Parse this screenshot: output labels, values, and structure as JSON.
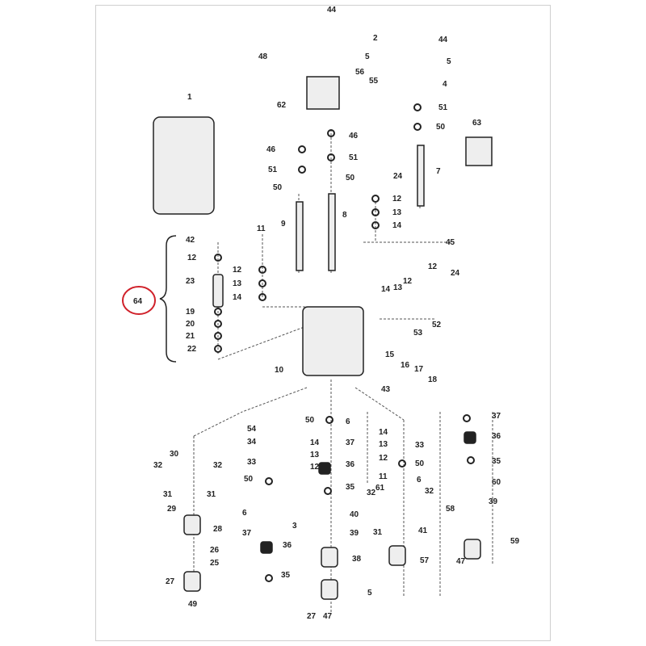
{
  "diagram": {
    "title_callout": "64",
    "highlight_color": "#d0212a",
    "callouts": [
      "1",
      "44",
      "48",
      "5",
      "56",
      "55",
      "62",
      "46",
      "46",
      "51",
      "51",
      "50",
      "50",
      "9",
      "8",
      "11",
      "2",
      "44",
      "5",
      "4",
      "51",
      "50",
      "7",
      "63",
      "24",
      "12",
      "13",
      "14",
      "42",
      "12",
      "23",
      "19",
      "20",
      "21",
      "22",
      "12",
      "13",
      "14",
      "45",
      "12",
      "24",
      "14",
      "13",
      "12",
      "52",
      "53",
      "15",
      "16",
      "17",
      "18",
      "10",
      "43",
      "50",
      "6",
      "37",
      "54",
      "14",
      "34",
      "37",
      "13",
      "33",
      "36",
      "14",
      "13",
      "12",
      "30",
      "32",
      "32",
      "33",
      "36",
      "12",
      "50",
      "35",
      "11",
      "6",
      "60",
      "50",
      "35",
      "61",
      "32",
      "32",
      "31",
      "31",
      "29",
      "39",
      "40",
      "58",
      "6",
      "28",
      "3",
      "37",
      "39",
      "31",
      "41",
      "59",
      "36",
      "26",
      "38",
      "57",
      "25",
      "47",
      "27",
      "35",
      "5",
      "49",
      "27",
      "47"
    ]
  }
}
